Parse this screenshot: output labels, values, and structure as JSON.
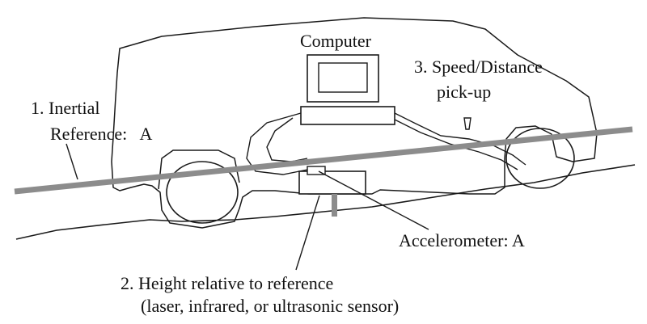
{
  "labels": {
    "computer": "Computer",
    "speed_distance_line1": "3. Speed/Distance",
    "speed_distance_line2": "pick-up",
    "inertial_line1": "1. Inertial",
    "inertial_line2": "Reference:   A",
    "accelerometer": "Accelerometer: A",
    "height_line1": "2. Height relative to reference",
    "height_line2": "(laser, infrared, or ultrasonic sensor)"
  },
  "colors": {
    "outline": "#1a1a1a",
    "reference_bar": "#8c8c8c"
  }
}
